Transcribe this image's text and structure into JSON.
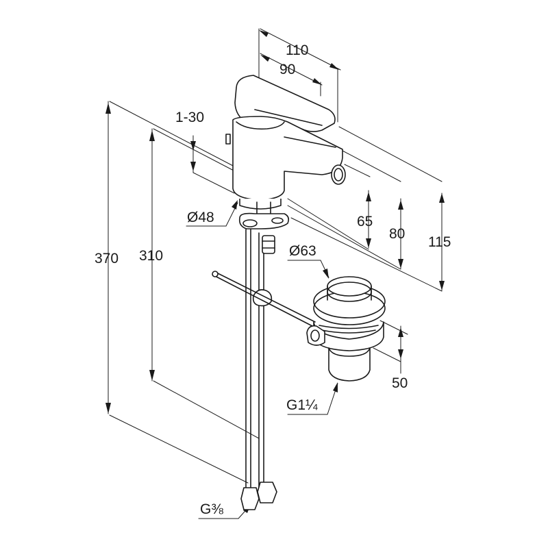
{
  "dimensions": {
    "width_110": "110",
    "width_90": "90",
    "spout_range": "1-30",
    "diameter_48": "Ø48",
    "height_65": "65",
    "height_80": "80",
    "height_115": "115",
    "diameter_63": "Ø63",
    "height_310": "310",
    "height_370": "370",
    "drain_50": "50",
    "thread_g114": "G1¼",
    "thread_g38": "G⅜"
  }
}
